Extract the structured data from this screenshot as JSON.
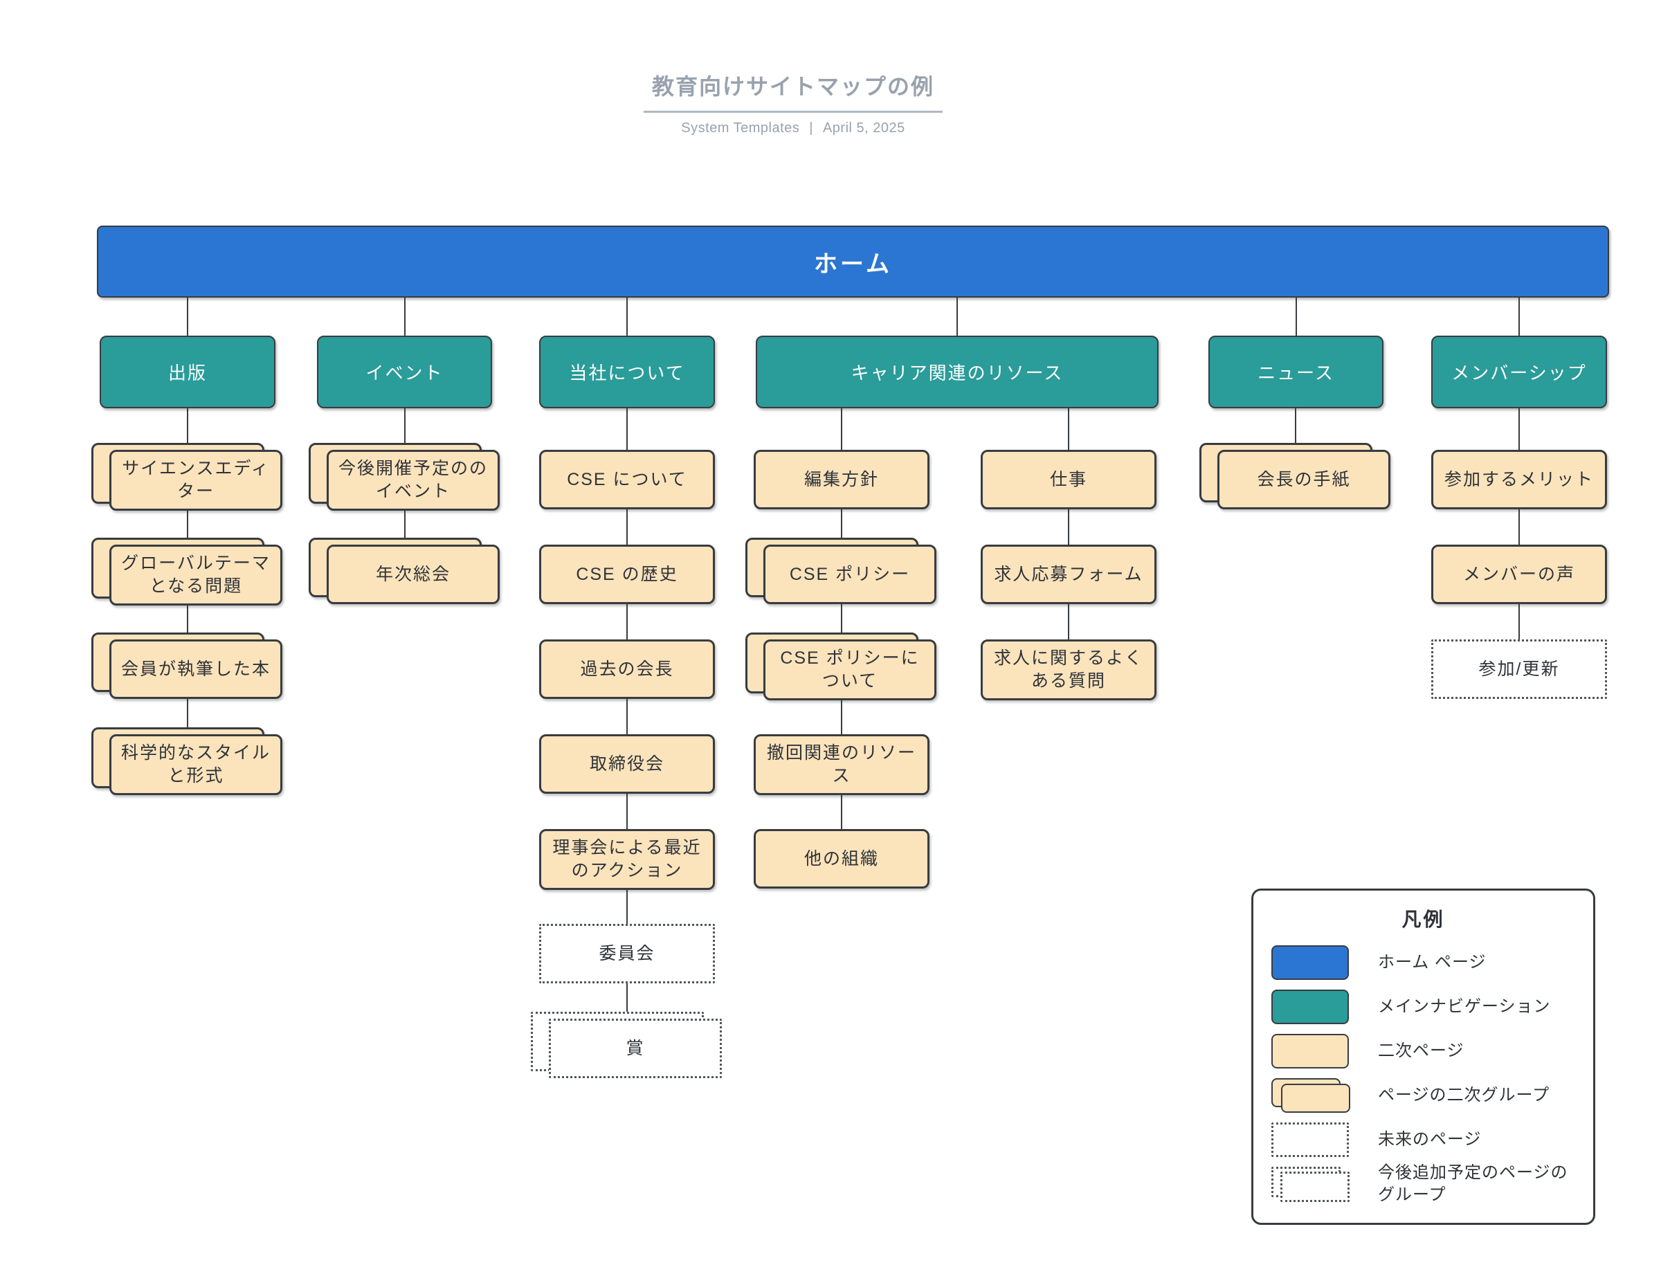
{
  "header": {
    "title": "教育向けサイトマップの例",
    "subtitle_left": "System Templates",
    "subtitle_sep": "|",
    "subtitle_right": "April 5, 2025"
  },
  "sitemap": {
    "home": "ホーム",
    "sections": [
      {
        "key": "publishing",
        "label": "出版",
        "columns": [
          [
            {
              "t": "group",
              "label": "サイエンスエディター"
            },
            {
              "t": "group",
              "label": "グローバルテーマとなる問題"
            },
            {
              "t": "group",
              "label": "会員が執筆した本"
            },
            {
              "t": "group",
              "label": "科学的なスタイルと形式"
            }
          ]
        ]
      },
      {
        "key": "events",
        "label": "イベント",
        "columns": [
          [
            {
              "t": "group",
              "label": "今後開催予定ののイベント"
            },
            {
              "t": "group",
              "label": "年次総会"
            }
          ]
        ]
      },
      {
        "key": "about",
        "label": "当社について",
        "columns": [
          [
            {
              "t": "page",
              "label": "CSE について"
            },
            {
              "t": "page",
              "label": "CSE の歴史"
            },
            {
              "t": "page",
              "label": "過去の会長"
            },
            {
              "t": "page",
              "label": "取締役会"
            },
            {
              "t": "page",
              "label": "理事会による最近のアクション"
            },
            {
              "t": "future_page",
              "label": "委員会"
            },
            {
              "t": "future_group",
              "label": "賞"
            }
          ]
        ]
      },
      {
        "key": "career",
        "label": "キャリア関連のリソース",
        "columns": [
          [
            {
              "t": "page",
              "label": "編集方針"
            },
            {
              "t": "group",
              "label": "CSE ポリシー"
            },
            {
              "t": "group",
              "label": "CSE ポリシーについて"
            },
            {
              "t": "page",
              "label": "撤回関連のリソース"
            },
            {
              "t": "page",
              "label": "他の組織"
            }
          ],
          [
            {
              "t": "page",
              "label": "仕事"
            },
            {
              "t": "page",
              "label": "求人応募フォーム"
            },
            {
              "t": "page",
              "label": "求人に関するよくある質問"
            }
          ]
        ]
      },
      {
        "key": "news",
        "label": "ニュース",
        "columns": [
          [
            {
              "t": "group",
              "label": "会長の手紙"
            }
          ]
        ]
      },
      {
        "key": "membership",
        "label": "メンバーシップ",
        "columns": [
          [
            {
              "t": "page",
              "label": "参加するメリット"
            },
            {
              "t": "page",
              "label": "メンバーの声"
            },
            {
              "t": "future_page",
              "label": "参加/更新"
            }
          ]
        ]
      }
    ]
  },
  "legend": {
    "title": "凡例",
    "items": [
      {
        "swatch": "home",
        "label": "ホーム ページ"
      },
      {
        "swatch": "nav",
        "label": "メインナビゲーション"
      },
      {
        "swatch": "page",
        "label": "二次ページ"
      },
      {
        "swatch": "group",
        "label": "ページの二次グループ"
      },
      {
        "swatch": "future_page",
        "label": "未来のページ"
      },
      {
        "swatch": "future_group",
        "label": "今後追加予定のページのグループ"
      }
    ]
  },
  "colors": {
    "home_page": "#2B76D2",
    "main_navigation": "#2A9C99",
    "secondary_page": "#FBE3BC",
    "outline": "#383C41",
    "dotted_outline": "#51565C",
    "connector": "#383C41",
    "text_dark": "#2E3338",
    "title_gray": "#98A2AE",
    "underline_gray": "#AFB8C2"
  }
}
